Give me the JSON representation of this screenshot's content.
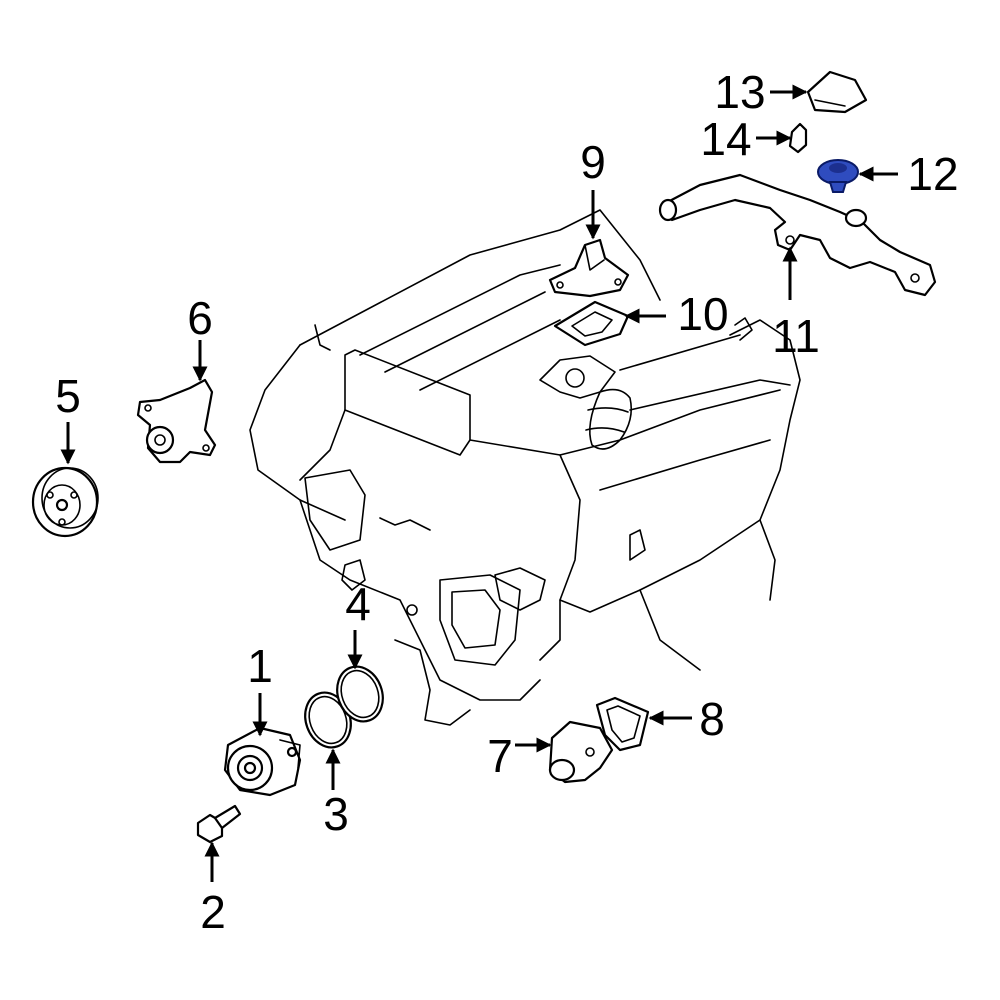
{
  "diagram": {
    "callouts": [
      {
        "id": "1",
        "label": "1",
        "part": "water-pump"
      },
      {
        "id": "2",
        "label": "2",
        "part": "pump-bolt"
      },
      {
        "id": "3",
        "label": "3",
        "part": "o-ring-inner"
      },
      {
        "id": "4",
        "label": "4",
        "part": "o-ring-outer"
      },
      {
        "id": "5",
        "label": "5",
        "part": "pulley"
      },
      {
        "id": "6",
        "label": "6",
        "part": "pump-bracket"
      },
      {
        "id": "7",
        "label": "7",
        "part": "thermostat-housing"
      },
      {
        "id": "8",
        "label": "8",
        "part": "housing-gasket"
      },
      {
        "id": "9",
        "label": "9",
        "part": "water-outlet"
      },
      {
        "id": "10",
        "label": "10",
        "part": "outlet-gasket"
      },
      {
        "id": "11",
        "label": "11",
        "part": "coolant-pipe"
      },
      {
        "id": "12",
        "label": "12",
        "part": "radiator-cap",
        "highlighted": true
      },
      {
        "id": "13",
        "label": "13",
        "part": "cap-cover"
      },
      {
        "id": "14",
        "label": "14",
        "part": "bleeder-bolt"
      }
    ],
    "colors": {
      "line": "#000000",
      "background": "#ffffff",
      "highlight": "#2f4cbf"
    }
  }
}
